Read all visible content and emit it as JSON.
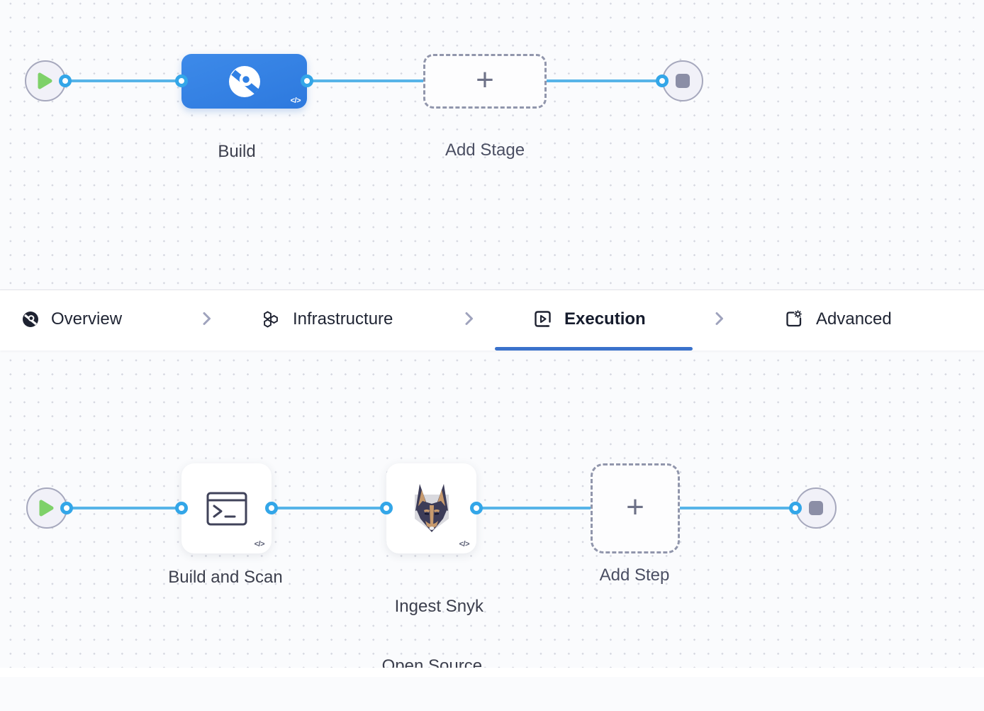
{
  "canvas": {
    "stage_flow": {
      "stage": {
        "name": "Build",
        "code_badge": "</>"
      },
      "add_stage": {
        "label": "Add Stage",
        "plus": "+"
      }
    },
    "step_flow": {
      "steps": [
        {
          "name": "Build and Scan",
          "code_badge": "</>",
          "icon": "terminal-icon"
        },
        {
          "name_line1": "Ingest Snyk",
          "name_line2": "Open Source...",
          "code_badge": "</>",
          "icon": "snyk-doberman-icon"
        }
      ],
      "add_step": {
        "label": "Add Step",
        "plus": "+"
      }
    }
  },
  "tab_bar": {
    "tabs": [
      {
        "label": "Overview",
        "icon": "ci-overview-icon",
        "active": false
      },
      {
        "label": "Infrastructure",
        "icon": "hexagons-icon",
        "active": false
      },
      {
        "label": "Execution",
        "icon": "run-pipeline-icon",
        "active": true
      },
      {
        "label": "Advanced",
        "icon": "advanced-gear-icon",
        "active": false
      }
    ]
  },
  "colors": {
    "canvas_background": "#fafbfd",
    "canvas_dots": "#d5d7e0",
    "connector_line": "#57b4e8",
    "connector_ring": "#33a6e8",
    "stage_blue": "#3080e4",
    "active_tab_underline": "#3a72cb",
    "play_green": "#7ed169",
    "end_square_gray": "#8b8ea6",
    "label_text": "#3c3f4d"
  }
}
